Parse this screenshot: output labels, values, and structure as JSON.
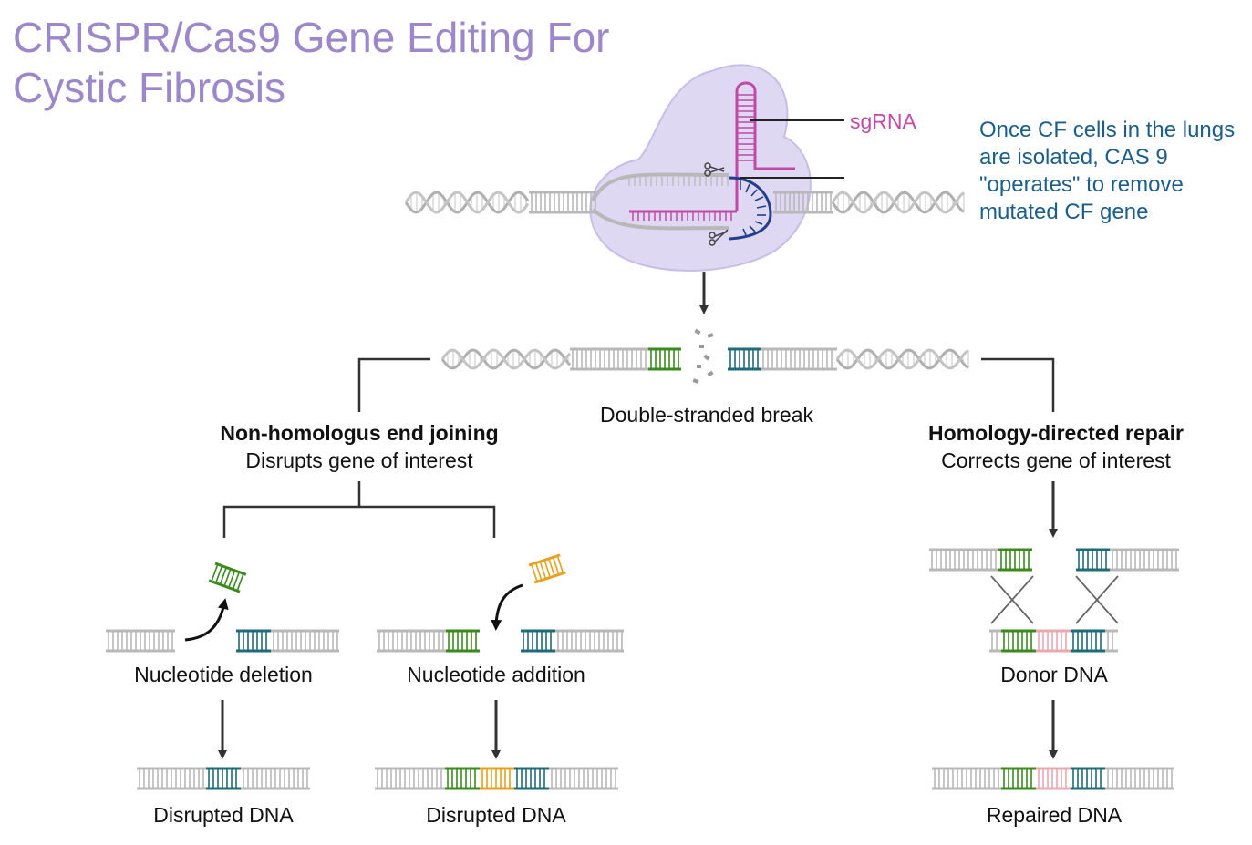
{
  "title": {
    "line1": "CRISPR/Cas9 Gene Editing For",
    "line2": "Cystic Fibrosis"
  },
  "note": {
    "lines": [
      "Once CF cells in the lungs",
      "are isolated, CAS 9",
      "\"operates\" to remove",
      "mutated CF gene"
    ]
  },
  "sgrna_label": "sgRNA",
  "break_label": "Double-stranded break",
  "nhej": {
    "title": "Non-homologus end joining",
    "subtitle": "Disrupts gene of interest"
  },
  "hdr": {
    "title": "Homology-directed repair",
    "subtitle": "Corrects gene of interest"
  },
  "deletion_label": "Nucleotide deletion",
  "addition_label": "Nucleotide addition",
  "donor_label": "Donor DNA",
  "disrupted_label_1": "Disrupted DNA",
  "disrupted_label_2": "Disrupted DNA",
  "repaired_label": "Repaired DNA",
  "colors": {
    "title": "#9b87c9",
    "note": "#1b5e8c",
    "sgrna": "#c04aa6",
    "cas9": "#ddd6f2",
    "green": "#3a8a1e",
    "teal": "#1f6b7a",
    "orange": "#e8a020",
    "pink": "#e8a8ae",
    "dna_grey": "#b8b8b8",
    "navy": "#223e8c"
  }
}
